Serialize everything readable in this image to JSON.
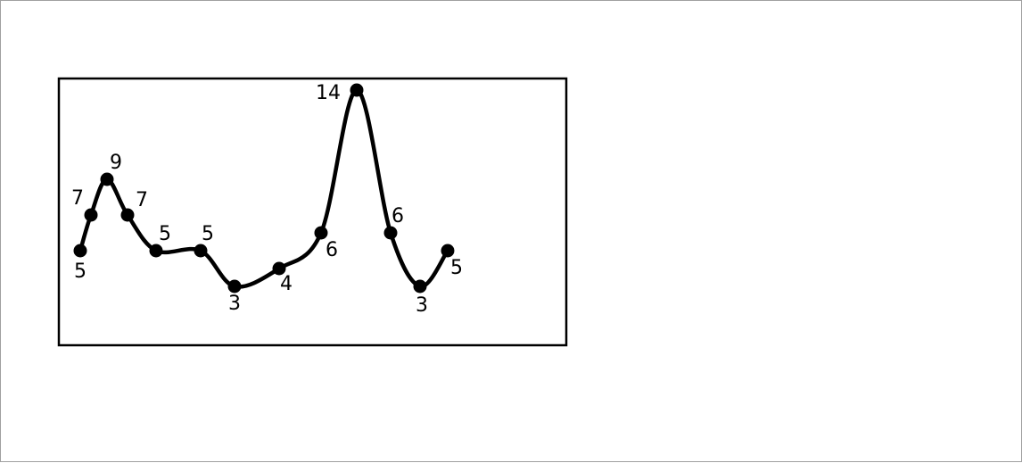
{
  "chart_data": {
    "type": "line",
    "title": "",
    "xlabel": "",
    "ylabel": "",
    "grid": false,
    "legend": "none",
    "smooth": true,
    "ylim": [
      0,
      15
    ],
    "colors": {
      "line": "#000000",
      "marker": "#000000",
      "frame": "#000000"
    },
    "series": [
      {
        "x": [
          89,
          101,
          119,
          142,
          174,
          224,
          262,
          312,
          359,
          399,
          437,
          470,
          501
        ],
        "values": [
          5,
          7,
          9,
          7,
          5,
          5,
          3,
          4,
          6,
          14,
          6,
          3,
          5
        ],
        "labels": [
          "5",
          "7",
          "9",
          "7",
          "5",
          "5",
          "3",
          "4",
          "6",
          "14",
          "6",
          "3",
          "5"
        ]
      }
    ]
  }
}
